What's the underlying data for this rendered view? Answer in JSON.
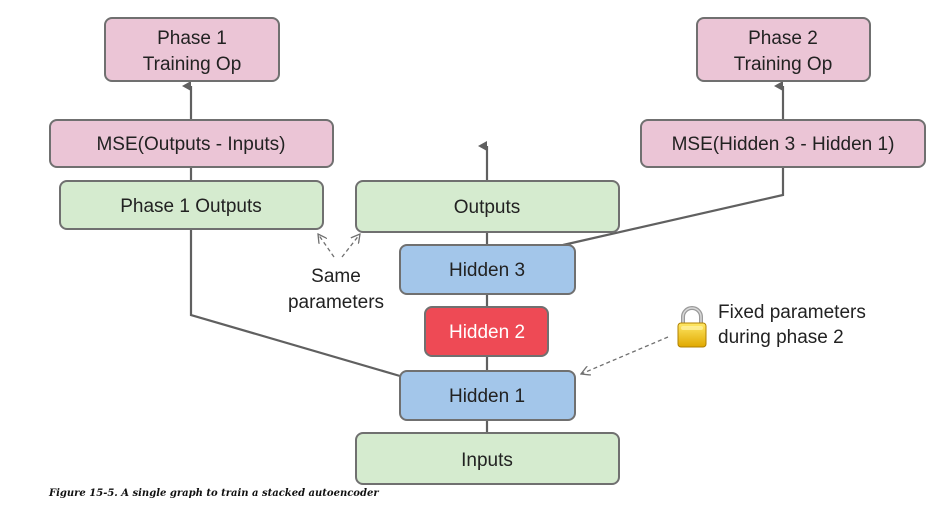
{
  "colors": {
    "pink": "#ebc5d6",
    "green": "#d5ebcf",
    "blue": "#a3c6ea",
    "red": "#ee4a55",
    "stroke": "#707070",
    "line": "#606060"
  },
  "nodes": {
    "phase1_training_op": [
      "Phase 1",
      "Training Op"
    ],
    "phase2_training_op": [
      "Phase 2",
      "Training Op"
    ],
    "mse1": "MSE(Outputs - Inputs)",
    "mse2": "MSE(Hidden 3 - Hidden 1)",
    "phase1_outputs": "Phase 1 Outputs",
    "outputs": "Outputs",
    "hidden3": "Hidden 3",
    "hidden2": "Hidden 2",
    "hidden1": "Hidden 1",
    "inputs": "Inputs"
  },
  "annotations": {
    "same_parameters": [
      "Same",
      "parameters"
    ],
    "fixed_parameters": [
      "Fixed parameters",
      "during phase 2"
    ],
    "lock_icon": "lock-icon"
  },
  "caption": "Figure 15-5. A single graph to train a stacked autoencoder"
}
